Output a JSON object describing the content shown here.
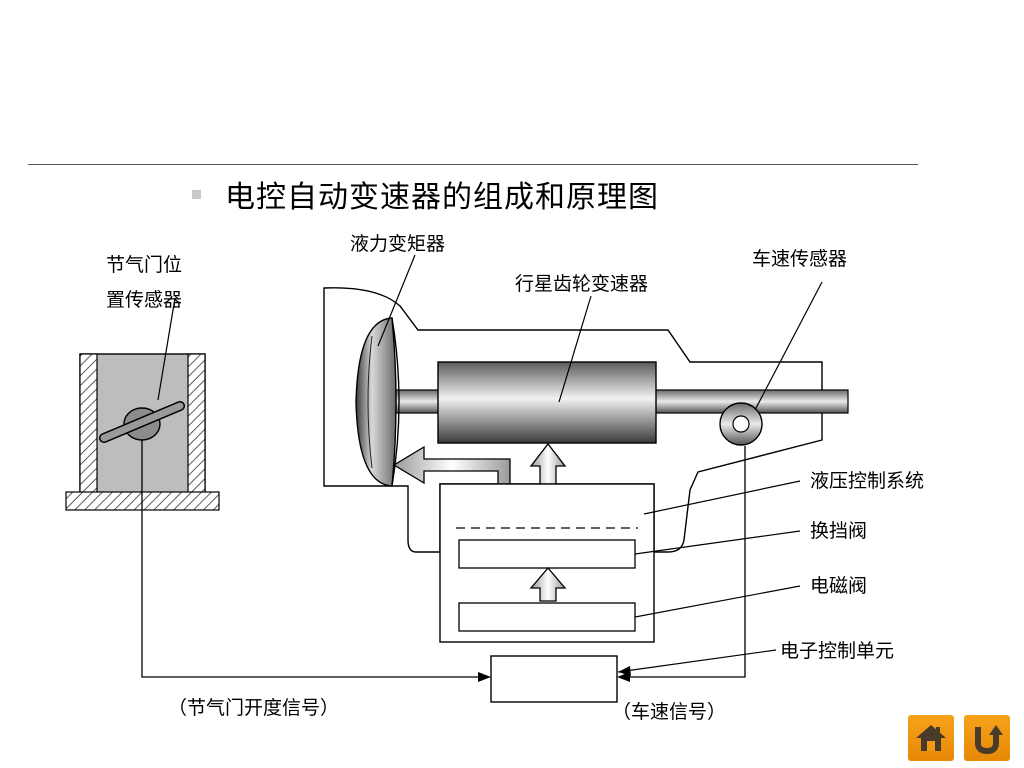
{
  "slide": {
    "title": "电控自动变速器的组成和原理图"
  },
  "diagram": {
    "labels": {
      "throttle_sensor_line1": "节气门位",
      "throttle_sensor_line2": "置传感器",
      "torque_converter": "液力变矩器",
      "planetary_gear": "行星齿轮变速器",
      "speed_sensor": "车速传感器",
      "hydraulic_control": "液压控制系统",
      "shift_valve": "换挡阀",
      "solenoid_valve": "电磁阀",
      "ecu": "电子控制单元",
      "throttle_signal": "（节气门开度信号）",
      "speed_signal": "（车速信号）"
    }
  },
  "nav": {
    "home_icon": "home-icon",
    "back_icon": "return-icon",
    "color": "#F29A12"
  }
}
